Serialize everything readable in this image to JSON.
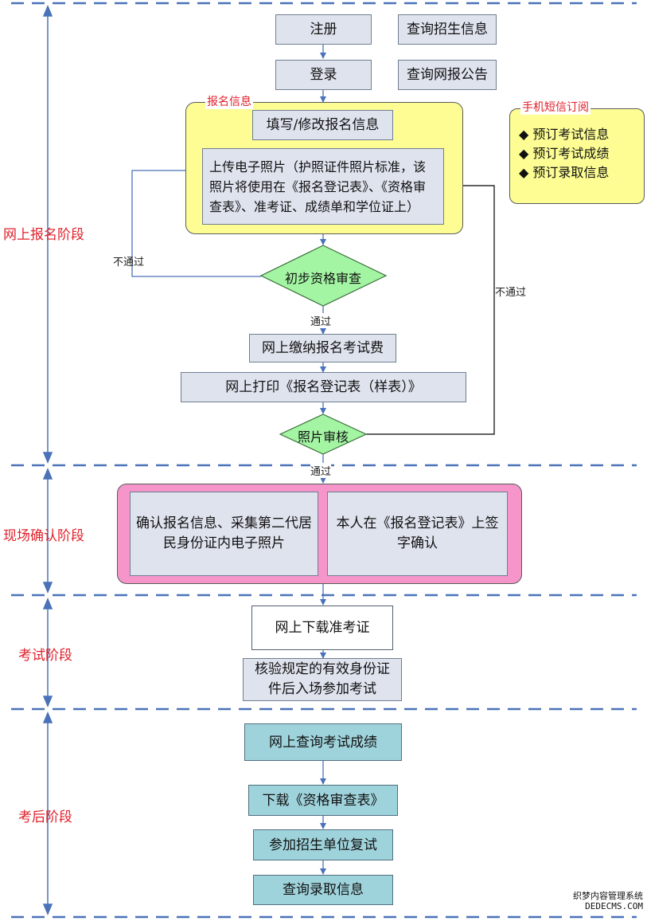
{
  "phases": {
    "online": "网上报名阶段",
    "onsite": "现场确认阶段",
    "exam": "考试阶段",
    "after": "考后阶段"
  },
  "top_buttons": {
    "register": "注册",
    "login": "登录",
    "query_admission_info": "查询招生信息",
    "query_announcement": "查询网报公告"
  },
  "registration_group": {
    "title": "报名信息",
    "fill_info": "填写/修改报名信息",
    "upload_photo": "上传电子照片（护照证件照片标准，该照片将使用在《报名登记表》、《资格审查表》、准考证、成绩单和学位证上）"
  },
  "sms": {
    "title": "手机短信订阅",
    "items": [
      "◆ 预订考试信息",
      "◆ 预订考试成绩",
      "◆ 预订录取信息"
    ]
  },
  "flow": {
    "initial_review": "初步资格审查",
    "not_pass": "不通过",
    "pass": "通过",
    "pay_fee": "网上缴纳报名考试费",
    "print_form": "网上打印《报名登记表（样表）》",
    "photo_review": "照片审核"
  },
  "onsite": {
    "confirm_info": "确认报名信息、采集第二代居民身份证内电子照片",
    "sign_confirm": "本人在《报名登记表》上签字确认"
  },
  "exam": {
    "download_ticket": "网上下载准考证",
    "verify_id": "核验规定的有效身份证件后入场参加考试"
  },
  "after": {
    "query_score": "网上查询考试成绩",
    "download_review_form": "下载《资格审查表》",
    "retest": "参加招生单位复试",
    "query_admission": "查询录取信息"
  },
  "watermark": {
    "line1": "织梦内容管理系统",
    "line2": "DEDECMS.COM"
  },
  "colors": {
    "phase_line": "#4a72b8",
    "phase_text": "#e0202a",
    "box_fill": "#dfe3ee",
    "yellow_group": "#fdfd94",
    "pink_group": "#f595c9",
    "diamond_fill": "#a3f5a3",
    "teal_box": "#9fd3dc"
  }
}
